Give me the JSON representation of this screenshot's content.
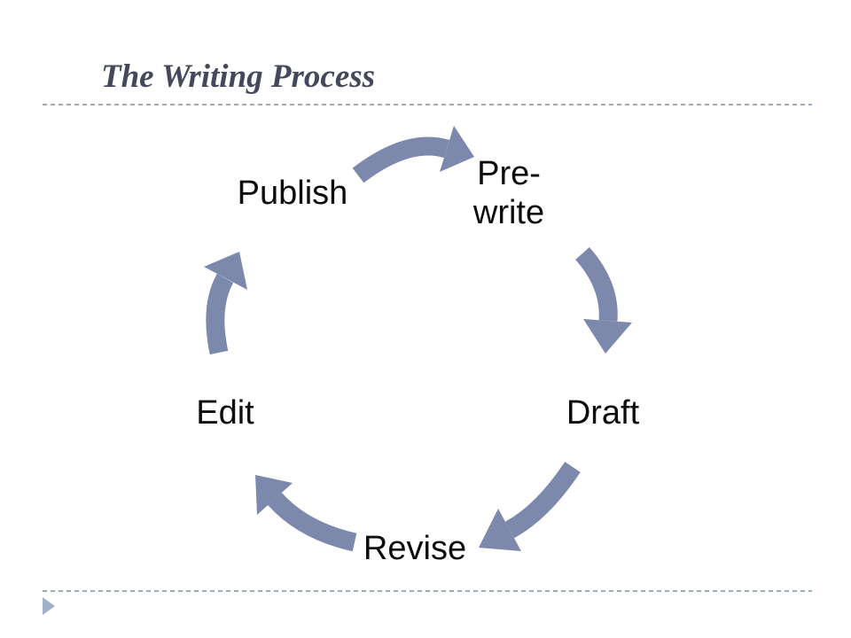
{
  "slide": {
    "title": "The Writing Process"
  },
  "diagram": {
    "type": "cycle",
    "direction": "clockwise",
    "sequence": [
      "Publish",
      "Pre-write",
      "Draft",
      "Revise",
      "Edit"
    ],
    "steps": [
      {
        "id": "prewrite",
        "label": "Pre-write",
        "lines": [
          "Pre-",
          "write"
        ]
      },
      {
        "id": "draft",
        "label": "Draft"
      },
      {
        "id": "revise",
        "label": "Revise"
      },
      {
        "id": "edit",
        "label": "Edit"
      },
      {
        "id": "publish",
        "label": "Publish"
      }
    ]
  },
  "icons": {
    "footer_bullet": "right-pointing-triangle"
  },
  "colors": {
    "background": "#FFFFFF",
    "title_text": "#44485A",
    "arrow_fill": "#7C88AC",
    "dashed_rule": "#9AABC5",
    "footer_bullet": "#9FB0C7",
    "step_label_text": "#0D0D0D"
  }
}
